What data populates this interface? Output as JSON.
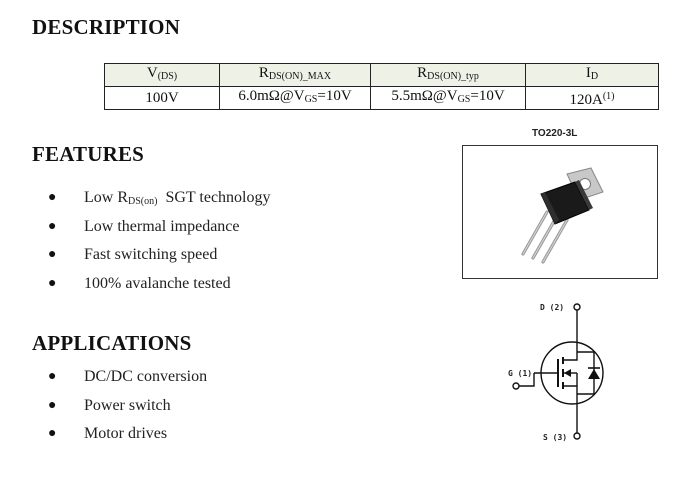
{
  "description": {
    "heading": "DESCRIPTION",
    "table": {
      "headers": [
        {
          "main": "V",
          "sub": "(DS)"
        },
        {
          "main": "R",
          "sub": "DS(ON)_MAX"
        },
        {
          "main": "R",
          "sub": "DS(ON)_typ"
        },
        {
          "main": "I",
          "sub": "D"
        }
      ],
      "values": [
        {
          "pre": "100V"
        },
        {
          "pre": "6.0mΩ@V",
          "sub": "GS",
          "post": "=10V"
        },
        {
          "pre": "5.5mΩ@V",
          "sub": "GS",
          "post": "=10V"
        },
        {
          "pre": "120A",
          "sup": "(1)"
        }
      ]
    }
  },
  "features": {
    "heading": "FEATURES",
    "items": [
      {
        "pre": "Low R",
        "sub": "DS(on)",
        "post": "  SGT technology"
      },
      {
        "pre": "Low thermal impedance"
      },
      {
        "pre": "Fast switching speed"
      },
      {
        "pre": "100% avalanche tested"
      }
    ]
  },
  "applications": {
    "heading": "APPLICATIONS",
    "items": [
      {
        "pre": "DC/DC conversion"
      },
      {
        "pre": "Power switch"
      },
      {
        "pre": "Motor drives"
      }
    ]
  },
  "package": {
    "label": "TO220-3L"
  },
  "schematic": {
    "drain_label": "D (2)",
    "gate_label": "G (1)",
    "source_label": "S (3)"
  },
  "bullet_glyph": "●"
}
